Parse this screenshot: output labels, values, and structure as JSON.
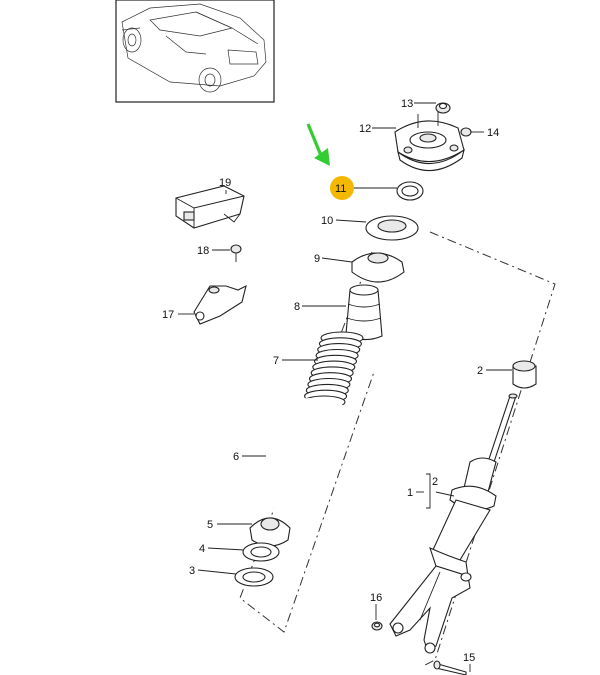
{
  "diagram": {
    "highlight_color": "#f5b800",
    "arrow_color": "#33cc33",
    "highlighted_part": "11",
    "callouts": {
      "p1": "1",
      "p2": "2",
      "p2b": "2",
      "p3": "3",
      "p4": "4",
      "p5": "5",
      "p6": "6",
      "p7": "7",
      "p8": "8",
      "p9": "9",
      "p10": "10",
      "p11": "11",
      "p12": "12",
      "p13": "13",
      "p14": "14",
      "p15": "15",
      "p16": "16",
      "p17": "17",
      "p18": "18",
      "p19": "19"
    }
  }
}
